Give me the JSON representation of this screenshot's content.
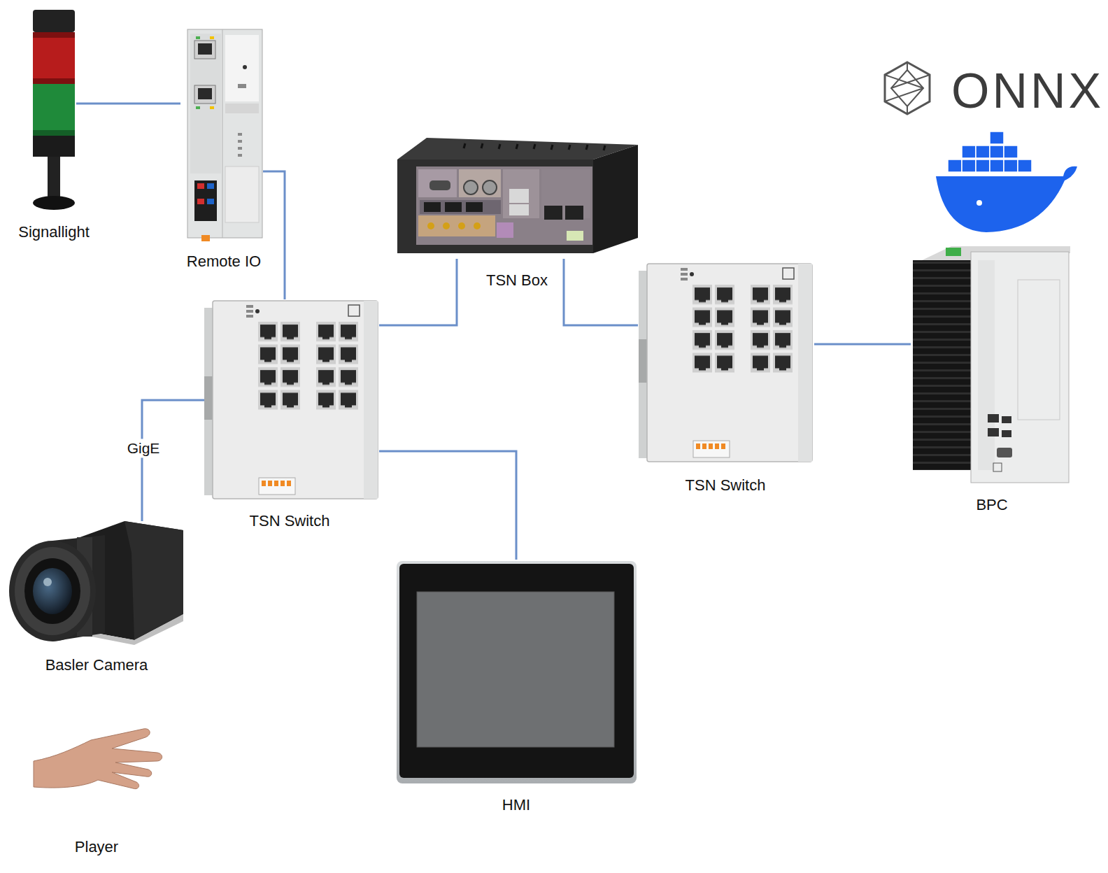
{
  "diagram": {
    "nodes": [
      {
        "text": [
          "Signallight"
        ]
      },
      {
        "text": [
          "Remote IO"
        ]
      },
      {
        "text": [
          "TSN Box"
        ]
      },
      {
        "text": [
          "TSN Switch"
        ]
      },
      {
        "text": [
          "TSN Switch"
        ]
      },
      {
        "text": [
          "BPC"
        ]
      },
      {
        "text": [
          "Basler Camera"
        ]
      },
      {
        "text": [
          "HMI"
        ]
      },
      {
        "text": [
          "Player"
        ]
      }
    ],
    "edges": [
      {
        "from": 0,
        "to": 1,
        "arrow": "none"
      },
      {
        "from": 1,
        "to": 3,
        "arrow": "none"
      },
      {
        "from": 3,
        "to": 2,
        "arrow": "none"
      },
      {
        "from": 2,
        "to": 4,
        "arrow": "none"
      },
      {
        "from": 4,
        "to": 5,
        "arrow": "none"
      },
      {
        "from": 3,
        "to": 6,
        "label": "GigE",
        "arrow": "none"
      },
      {
        "from": 3,
        "to": 7,
        "arrow": "none"
      }
    ],
    "labels": [
      "ONNX"
    ]
  }
}
